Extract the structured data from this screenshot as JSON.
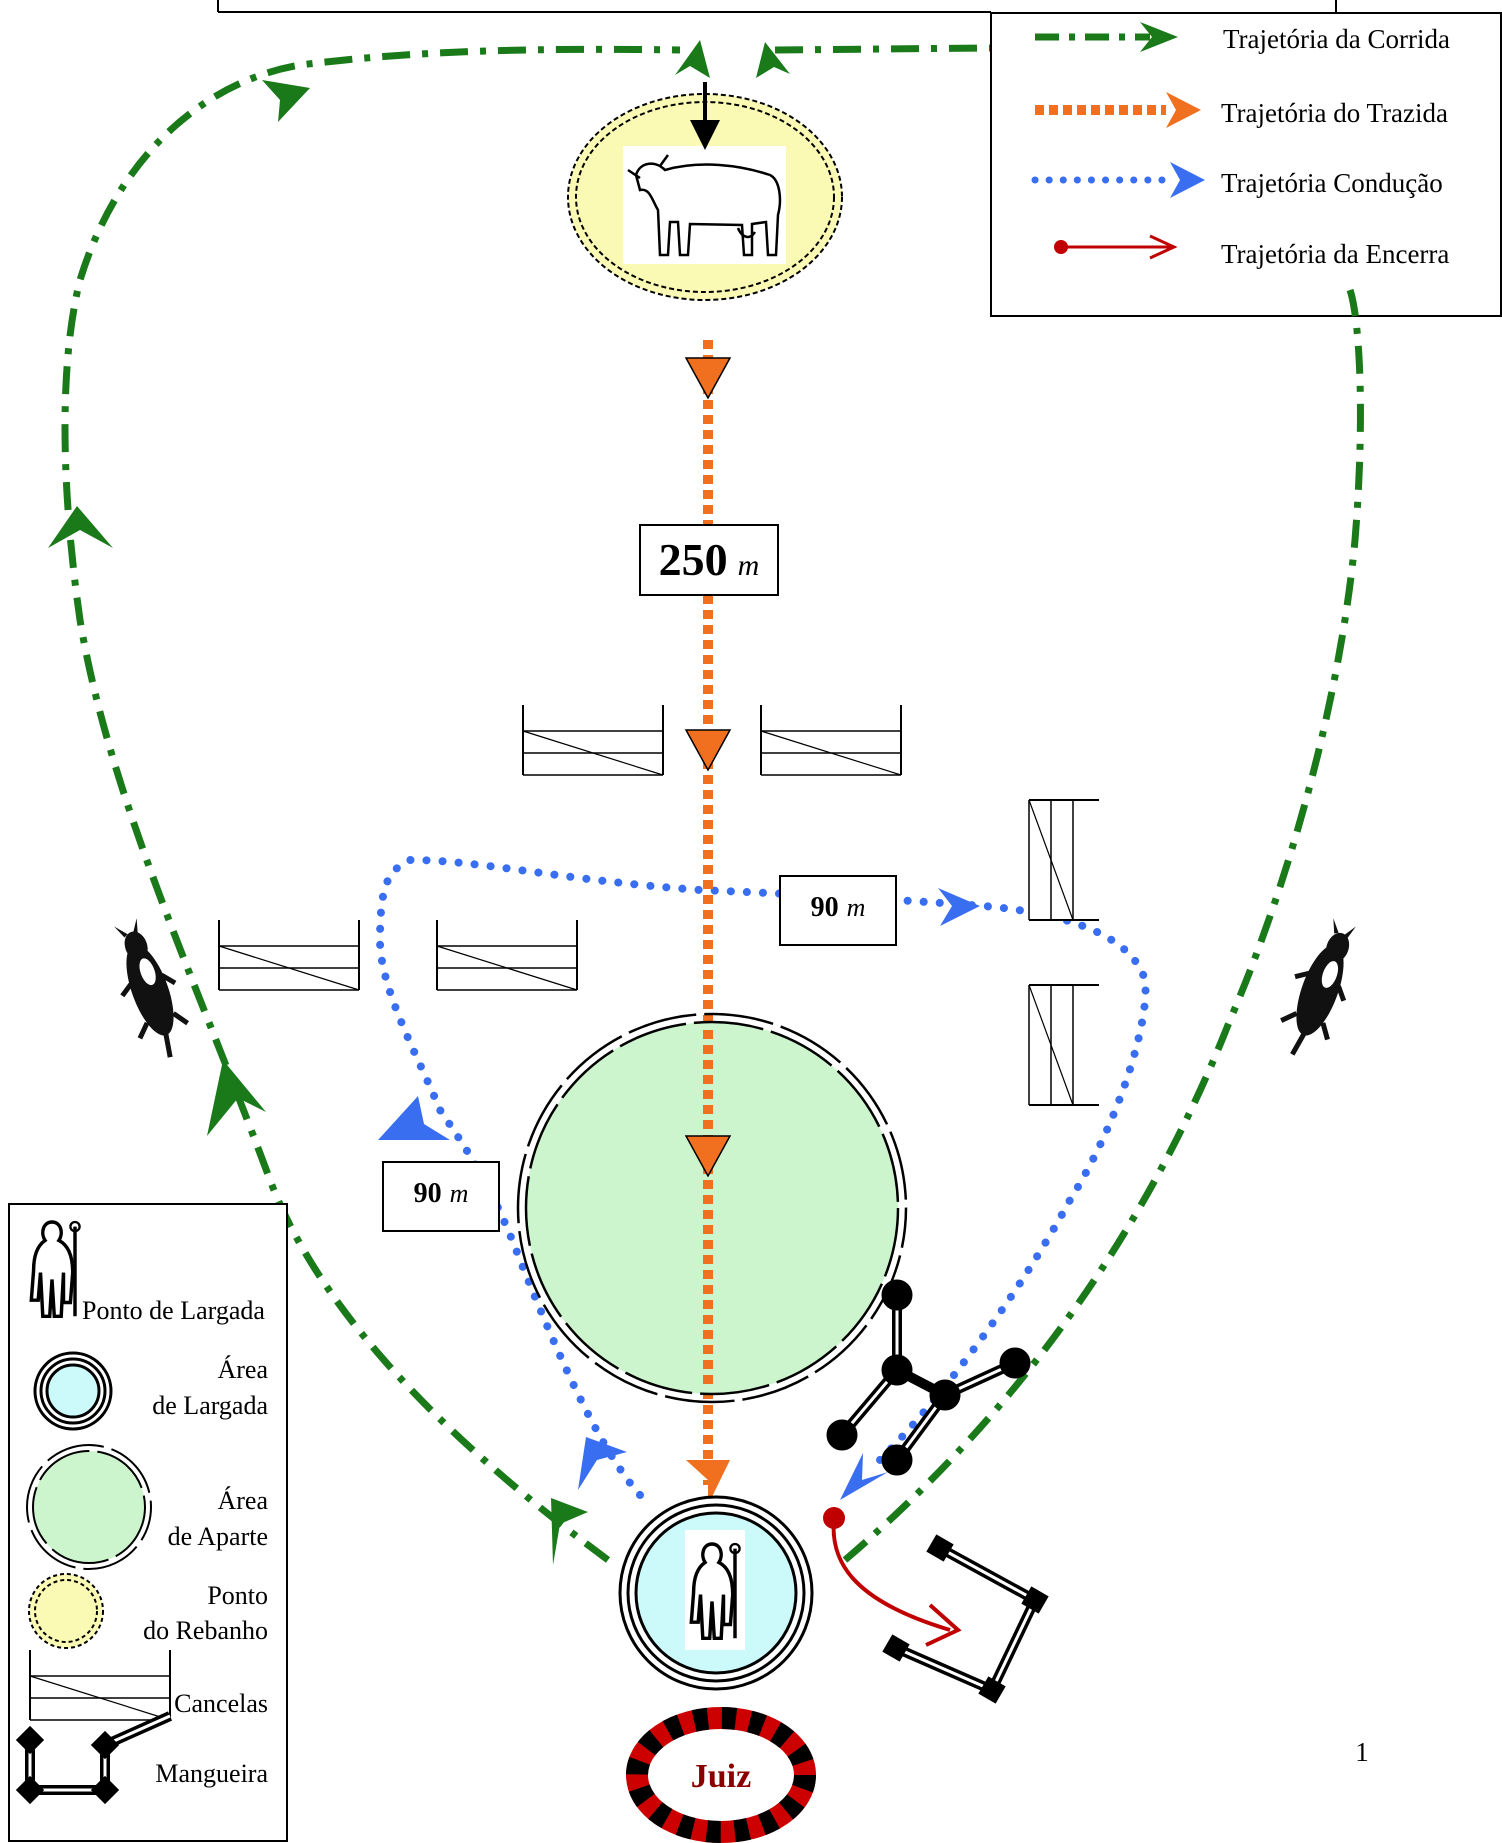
{
  "legend_paths": {
    "corrida": "Trajetória da Corrida",
    "trazida": "Trajetória do Trazida",
    "conducao": "Trajetória  Condução",
    "encerra": "Trajetória da Encerra"
  },
  "distances": {
    "main_value": "250",
    "main_unit": "m",
    "side_value": "90",
    "side_unit": "m",
    "left_value": "90",
    "left_unit": "m"
  },
  "key": {
    "ponto_largada": "Ponto de Largada",
    "area_largada_1": "Área",
    "area_largada_2": "de Largada",
    "area_aparte_1": "Área",
    "area_aparte_2": "de Aparte",
    "ponto_rebanho_1": "Ponto",
    "ponto_rebanho_2": "do Rebanho",
    "cancelas": "Cancelas",
    "mangueira": "Mangueira"
  },
  "judge_label": "Juiz",
  "page_number": "1",
  "colors": {
    "corrida": "#1a7a1a",
    "trazida": "#f07020",
    "conducao": "#3a6ef0",
    "encerra": "#c00000",
    "area_largada": "#ccfafa",
    "area_aparte": "#cdf5cd",
    "ponto_rebanho": "#fafab4",
    "judge_fill": "#cc0000"
  },
  "icons": [
    "cow-icon",
    "dog-icon",
    "shepherd-icon",
    "gate-icon",
    "pen-icon"
  ]
}
